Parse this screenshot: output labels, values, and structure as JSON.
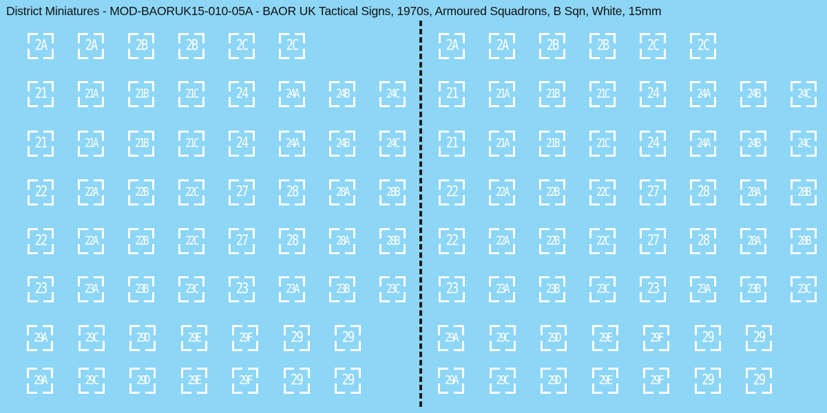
{
  "title": "District Miniatures - MOD-BAORUK15-010-05A - BAOR UK Tactical Signs, 1970s, Armoured Squadrons, B Sqn, White, 15mm",
  "sheet_halves": [
    {
      "rows": [
        [
          "2A",
          "2A",
          "2B",
          "2B",
          "2C",
          "2C"
        ],
        [
          "21",
          "21A",
          "21B",
          "21C",
          "24",
          "24A",
          "24B",
          "24C"
        ],
        [
          "21",
          "21A",
          "21B",
          "21C",
          "24",
          "24A",
          "24B",
          "24C"
        ],
        [
          "22",
          "22A",
          "22B",
          "22C",
          "27",
          "28",
          "28A",
          "28B"
        ],
        [
          "22",
          "22A",
          "22B",
          "22C",
          "27",
          "28",
          "28A",
          "28B"
        ],
        [
          "23",
          "23A",
          "23B",
          "23C",
          "23",
          "23A",
          "23B",
          "23C"
        ],
        [
          "29A",
          "29C",
          "29D",
          "29E",
          "29F",
          "29",
          "29"
        ],
        [
          "29A",
          "29C",
          "29D",
          "29E",
          "29F",
          "29",
          "29"
        ]
      ]
    },
    {
      "rows": [
        [
          "2A",
          "2A",
          "2B",
          "2B",
          "2C",
          "2C"
        ],
        [
          "21",
          "21A",
          "21B",
          "21C",
          "24",
          "24A",
          "24B",
          "24C"
        ],
        [
          "21",
          "21A",
          "21B",
          "21C",
          "24",
          "24A",
          "24B",
          "24C"
        ],
        [
          "22",
          "22A",
          "22B",
          "22C",
          "27",
          "28",
          "28A",
          "28B"
        ],
        [
          "22",
          "22A",
          "22B",
          "22C",
          "27",
          "28",
          "28A",
          "28B"
        ],
        [
          "23",
          "23A",
          "23B",
          "23C",
          "23",
          "23A",
          "23B",
          "23C"
        ],
        [
          "29A",
          "29C",
          "29D",
          "29E",
          "29F",
          "29",
          "29"
        ],
        [
          "29A",
          "29C",
          "29D",
          "29E",
          "29F",
          "29",
          "29"
        ]
      ]
    }
  ]
}
